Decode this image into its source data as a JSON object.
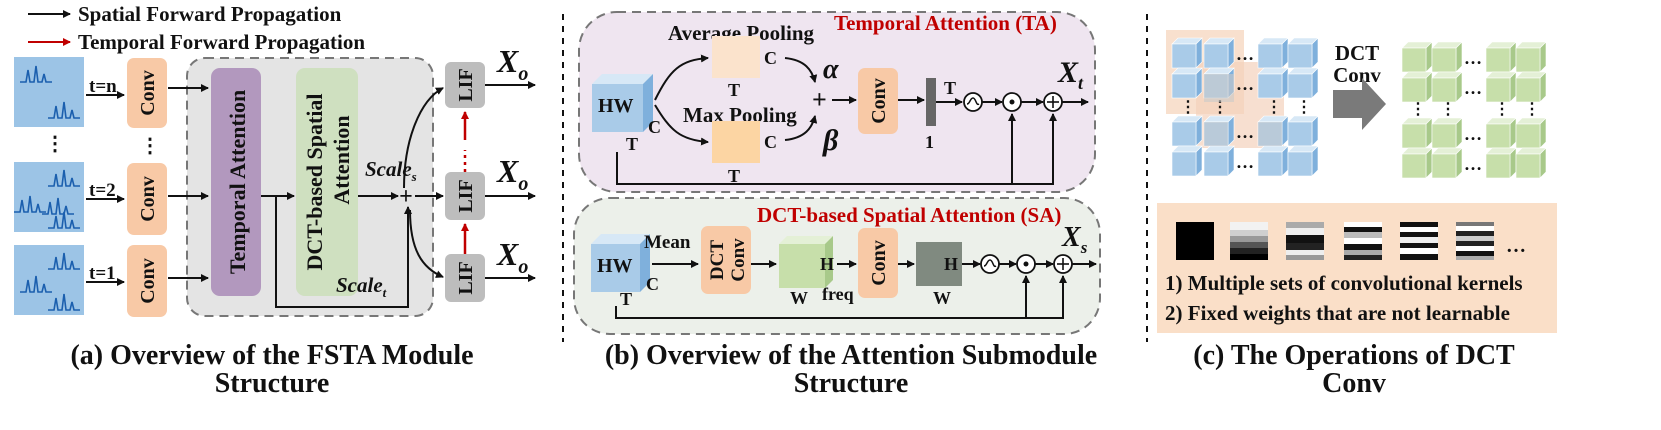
{
  "legend": {
    "spatial": "Spatial Forward Propagation",
    "temporal": "Temporal Forward Propagation"
  },
  "panel_a": {
    "t_n": "t=n",
    "t_2": "t=2",
    "t_1": "t=1",
    "conv": "Conv",
    "temporal_attention": "Temporal Attention",
    "dct_spatial_1": "DCT-based Spatial",
    "dct_spatial_2": "Attention",
    "scale_s": "Scale",
    "scale_s_sub": "s",
    "scale_t": "Scale",
    "scale_t_sub": "t",
    "lif": "LIF",
    "xo": "X",
    "xo_sub": "o",
    "caption_1": "(a) Overview of the FSTA Module",
    "caption_2": "Structure"
  },
  "panel_b": {
    "ta_title": "Temporal Attention (TA)",
    "sa_title": "DCT-based Spatial Attention (SA)",
    "avg_pool": "Average Pooling",
    "max_pool": "Max Pooling",
    "hw": "HW",
    "c": "C",
    "t": "T",
    "alpha": "α",
    "beta": "β",
    "plus": "+",
    "conv": "Conv",
    "one": "1",
    "xt": "X",
    "xt_sub": "t",
    "xs": "X",
    "xs_sub": "s",
    "mean": "Mean",
    "dct_conv_1": "DCT",
    "dct_conv_2": "Conv",
    "h": "H",
    "w": "W",
    "freq": "freq",
    "caption_1": "(b) Overview of the Attention Submodule",
    "caption_2": "Structure"
  },
  "panel_c": {
    "dct_1": "DCT",
    "dct_2": "Conv",
    "dots": "…",
    "item1": "1) Multiple sets of convolutional kernels",
    "item2": "2) Fixed weights that are not learnable",
    "caption_1": "(c) The Operations of DCT",
    "caption_2": "Conv"
  },
  "colors": {
    "conv": "#f8c9a6",
    "temporal_attention": "#b298be",
    "dct_attention": "#cfe0c0",
    "lif": "#bdbdbd",
    "ta_bg": "#efe5f0",
    "sa_bg": "#ecf0ea",
    "cube_blue": "#a9cbe8",
    "cube_green": "#c7dfaa",
    "legend_red": "#c00000"
  }
}
